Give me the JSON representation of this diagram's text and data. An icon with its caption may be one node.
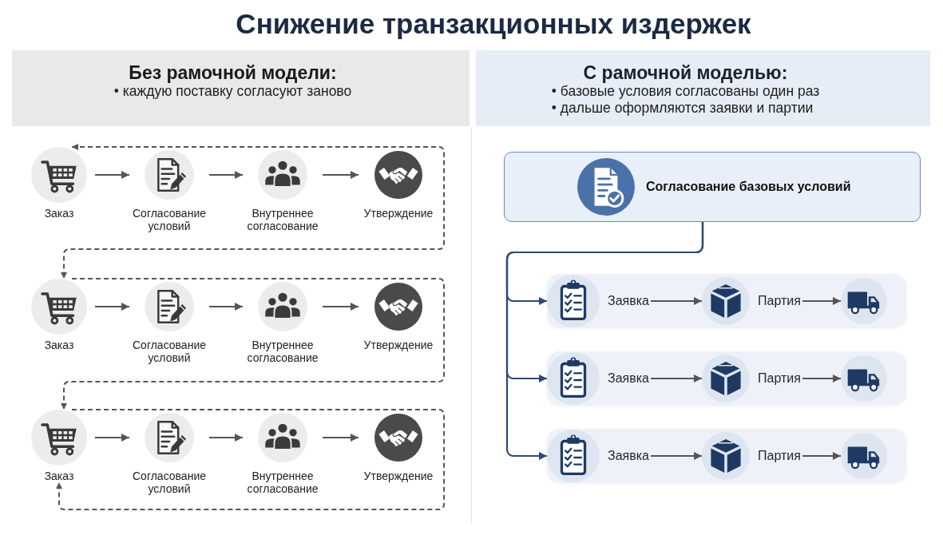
{
  "diagram": {
    "title": "Снижение транзакционных издержек",
    "nodes": [
      {
        "text": [
          "Без рамочной модели:",
          "• каждую поставку согласуют заново"
        ]
      },
      {
        "text": [
          "Заказ"
        ]
      },
      {
        "text": [
          "Согласование условий"
        ]
      },
      {
        "text": [
          "Внутреннее согласование"
        ]
      },
      {
        "text": [
          "Утверждение"
        ]
      },
      {
        "text": [
          "Заказ"
        ]
      },
      {
        "text": [
          "Согласование условий"
        ]
      },
      {
        "text": [
          "Внутреннее согласование"
        ]
      },
      {
        "text": [
          "Утверждение"
        ]
      },
      {
        "text": [
          "Заказ"
        ]
      },
      {
        "text": [
          "Согласование условий"
        ]
      },
      {
        "text": [
          "Внутреннее согласование"
        ]
      },
      {
        "text": [
          "Утверждение"
        ]
      },
      {
        "text": [
          "С рамочной моделью:",
          "• базовые условия согласованы один раз",
          "• дальше оформляются заявки и партии"
        ]
      },
      {
        "text": [
          "Согласование базовых условий"
        ]
      },
      {
        "text": [],
        "shape": "box"
      },
      {
        "text": [
          "Заявка"
        ],
        "in": 15
      },
      {
        "text": [
          "Партия"
        ],
        "in": 15
      },
      {
        "text": [],
        "shape": "circle",
        "in": 15
      },
      {
        "text": [],
        "shape": "box"
      },
      {
        "text": [
          "Заявка"
        ],
        "in": 19
      },
      {
        "text": [
          "Партия"
        ],
        "in": 19
      },
      {
        "text": [],
        "shape": "circle",
        "in": 19
      },
      {
        "text": [],
        "shape": "box"
      },
      {
        "text": [
          "Заявка"
        ],
        "in": 23
      },
      {
        "text": [
          "Партия"
        ],
        "in": 23
      },
      {
        "text": [],
        "shape": "circle",
        "in": 23
      }
    ],
    "edges": [
      {
        "from": 1,
        "to": 2,
        "arrow": "to"
      },
      {
        "from": 2,
        "to": 3,
        "arrow": "to"
      },
      {
        "from": 3,
        "to": 4,
        "arrow": "to"
      },
      {
        "from": 5,
        "to": 6,
        "arrow": "to"
      },
      {
        "from": 6,
        "to": 7,
        "arrow": "to"
      },
      {
        "from": 7,
        "to": 8,
        "arrow": "to"
      },
      {
        "from": 9,
        "to": 10,
        "arrow": "to"
      },
      {
        "from": 10,
        "to": 11,
        "arrow": "to"
      },
      {
        "from": 11,
        "to": 12,
        "arrow": "to"
      },
      {
        "from": 1,
        "to": 5,
        "arrow": "both",
        "style": "dashed"
      },
      {
        "from": 5,
        "to": 9,
        "arrow": "to",
        "style": "dashed"
      },
      {
        "from": 9,
        "to": 9,
        "arrow": "to",
        "style": "dashed"
      },
      {
        "from": 14,
        "to": 16,
        "arrow": "to",
        "color": "#2d4a73"
      },
      {
        "from": 14,
        "to": 20,
        "arrow": "to",
        "color": "#2d4a73"
      },
      {
        "from": 14,
        "to": 24,
        "arrow": "to",
        "color": "#2d4a73"
      },
      {
        "from": 16,
        "to": 17,
        "arrow": "to"
      },
      {
        "from": 17,
        "to": 18,
        "arrow": "to"
      },
      {
        "from": 20,
        "to": 21,
        "arrow": "to"
      },
      {
        "from": 21,
        "to": 22,
        "arrow": "to"
      },
      {
        "from": 24,
        "to": 25,
        "arrow": "to"
      },
      {
        "from": 25,
        "to": 26,
        "arrow": "to"
      }
    ]
  }
}
